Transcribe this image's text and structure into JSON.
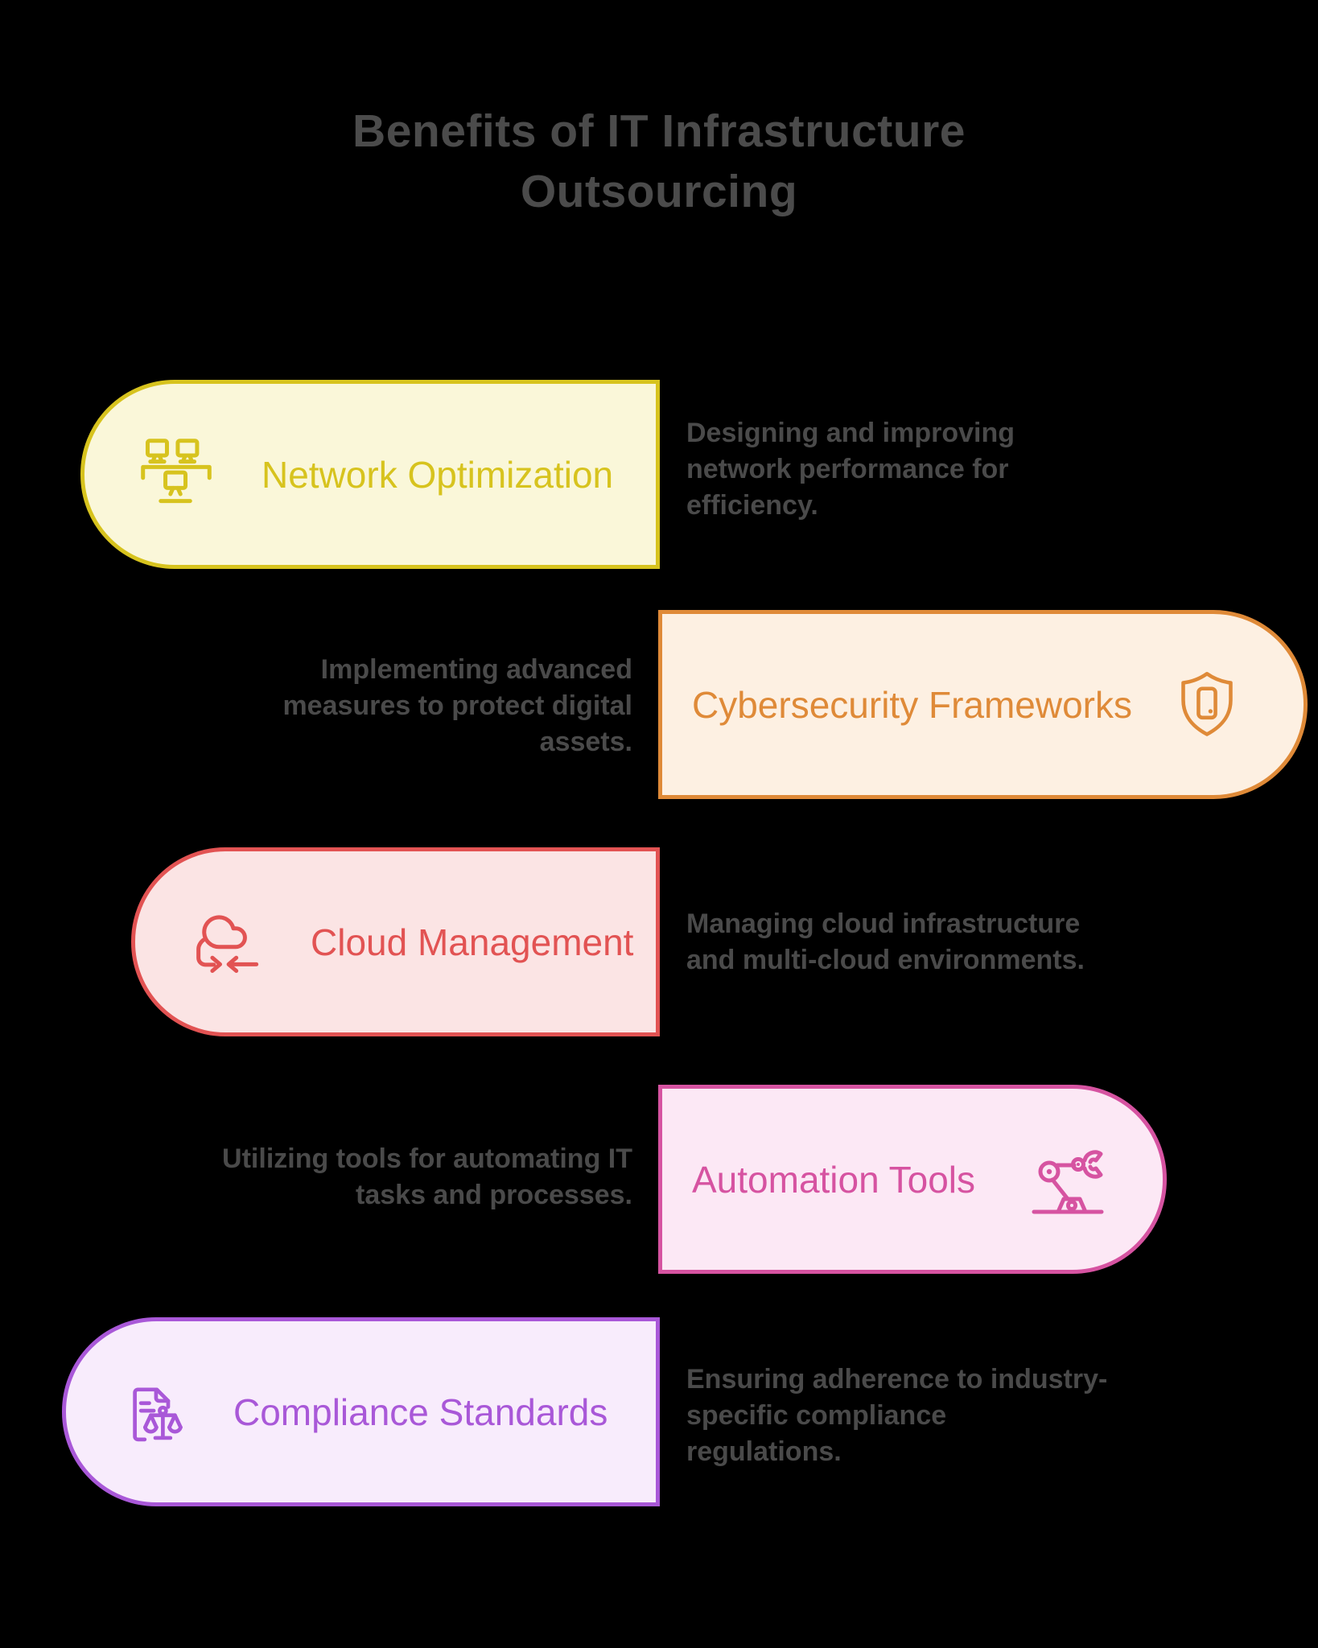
{
  "title": "Benefits of IT Infrastructure\nOutsourcing",
  "title_color": "#4b4b4b",
  "description_color": "#4a4a4a",
  "background_color": "#000000",
  "cards": [
    {
      "title": "Network Optimization",
      "description": "Designing and improving\nnetwork performance for\nefficiency.",
      "side": "left",
      "accent": "#d7c31e",
      "fill": "#faf7d9",
      "icon": "computer-network-icon"
    },
    {
      "title": "Cybersecurity Frameworks",
      "description": "Implementing advanced\nmeasures to protect digital\nassets.",
      "side": "right",
      "accent": "#df8a38",
      "fill": "#fdf0e2",
      "icon": "shield-device-icon"
    },
    {
      "title": "Cloud Management",
      "description": "Managing cloud infrastructure\nand multi-cloud environments.",
      "side": "left",
      "accent": "#e25353",
      "fill": "#fbe4e4",
      "icon": "cloud-transfer-icon"
    },
    {
      "title": "Automation Tools",
      "description": "Utilizing tools for automating IT\ntasks and processes.",
      "side": "right",
      "accent": "#d653a1",
      "fill": "#fce8f5",
      "icon": "robot-arm-icon"
    },
    {
      "title": "Compliance Standards",
      "description": "Ensuring adherence to industry-\nspecific compliance\nregulations.",
      "side": "left",
      "accent": "#a958d8",
      "fill": "#f8ecfc",
      "icon": "document-scales-icon"
    }
  ]
}
